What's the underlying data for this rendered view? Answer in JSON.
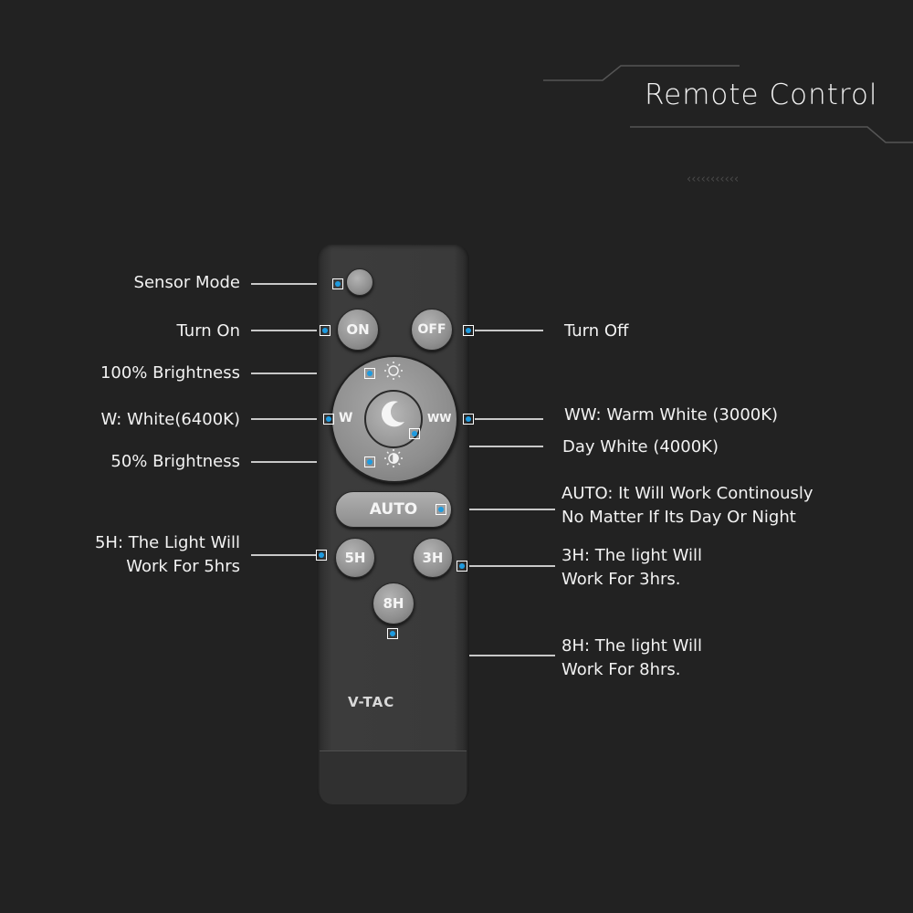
{
  "title": "Remote Control",
  "remote": {
    "buttons": {
      "on": "ON",
      "off": "OFF",
      "w": "W",
      "ww": "WW",
      "auto": "AUTO",
      "five_h": "5H",
      "three_h": "3H",
      "eight_h": "8H"
    },
    "logo": "V-TAC"
  },
  "labels": {
    "sensor_mode": "Sensor Mode",
    "turn_on": "Turn On",
    "turn_off": "Turn Off",
    "brightness_100": "100% Brightness",
    "white": "W: White(6400K)",
    "warm_white": "WW: Warm White (3000K)",
    "day_white": "Day White (4000K)",
    "brightness_50": "50% Brightness",
    "auto_line1": "AUTO: It Will Work Continously",
    "auto_line2": "No Matter If Its Day Or Night",
    "five_h_line1": "5H: The Light Will",
    "five_h_line2": "Work For 5hrs",
    "three_h_line1": "3H: The light Will",
    "three_h_line2": "Work For 3hrs.",
    "eight_h_line1": "8H: The light Will",
    "eight_h_line2": "Work For 8hrs."
  },
  "colors": {
    "background": "#222222",
    "marker_dot": "#1e9be0"
  },
  "icons": [
    "sun-icon",
    "moon-icon",
    "half-sun-icon"
  ]
}
